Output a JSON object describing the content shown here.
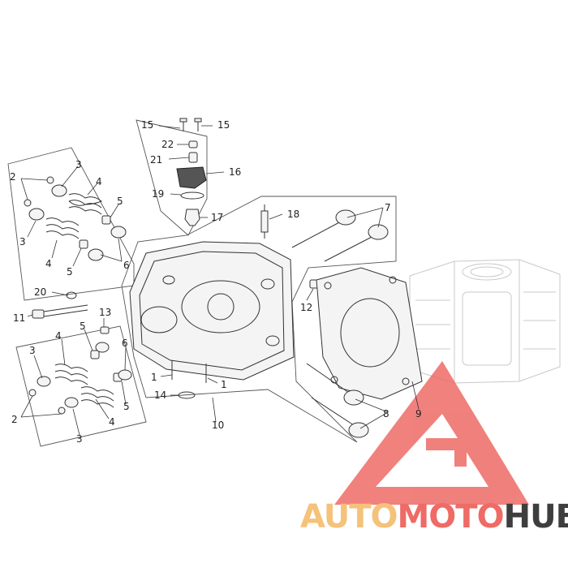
{
  "callouts": {
    "c15a": "15",
    "c15b": "15",
    "c22": "22",
    "c21": "21",
    "c16": "16",
    "c19": "19",
    "c17": "17",
    "c18": "18",
    "c7": "7",
    "c2a": "2",
    "c3a": "3",
    "c4a": "4",
    "c5a": "5",
    "c3b": "3",
    "c4b": "4",
    "c5b": "5",
    "c6a": "6",
    "c20": "20",
    "c11": "11",
    "c13": "13",
    "c12": "12",
    "c4c": "4",
    "c5c": "5",
    "c3c": "3",
    "c6b": "6",
    "c1a": "1",
    "c1b": "1",
    "c14": "14",
    "c2b": "2",
    "c4d": "4",
    "c5d": "5",
    "c3d": "3",
    "c10": "10",
    "c8": "8",
    "c9": "9"
  },
  "watermark": {
    "part1": "AUTO",
    "part2": "MOTO",
    "part3": "HUB",
    "color1": "#f5c27a",
    "color2": "#ee6b66",
    "color3": "#3e3e3e",
    "logo_color": "#ee6b66"
  }
}
